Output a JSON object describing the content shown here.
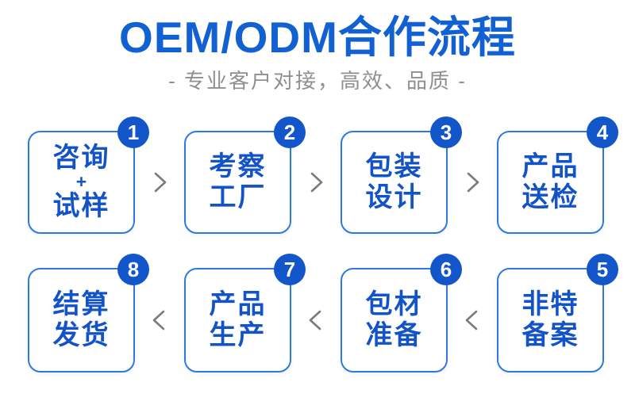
{
  "header": {
    "title": "OEM/ODM合作流程",
    "subtitle": "- 专业客户对接，高效、品质 -"
  },
  "colors": {
    "title_blue": "#1161d2",
    "subtitle_gray": "#8f8f8f",
    "box_border_blue": "#2f78e2",
    "box_text_blue": "#1353c8",
    "badge_blue": "#1256c9",
    "arrow_gray": "#7b7b7b",
    "bg": "#ffffff"
  },
  "flow": {
    "rows": [
      {
        "direction": "right",
        "steps": [
          {
            "number": "1",
            "lines": [
              "咨询",
              "+",
              "试样"
            ]
          },
          {
            "number": "2",
            "lines": [
              "考察",
              "工厂"
            ]
          },
          {
            "number": "3",
            "lines": [
              "包装",
              "设计"
            ]
          },
          {
            "number": "4",
            "lines": [
              "产品",
              "送检"
            ]
          }
        ]
      },
      {
        "direction": "left",
        "steps": [
          {
            "number": "8",
            "lines": [
              "结算",
              "发货"
            ]
          },
          {
            "number": "7",
            "lines": [
              "产品",
              "生产"
            ]
          },
          {
            "number": "6",
            "lines": [
              "包材",
              "准备"
            ]
          },
          {
            "number": "5",
            "lines": [
              "非特",
              "备案"
            ]
          }
        ]
      }
    ]
  }
}
